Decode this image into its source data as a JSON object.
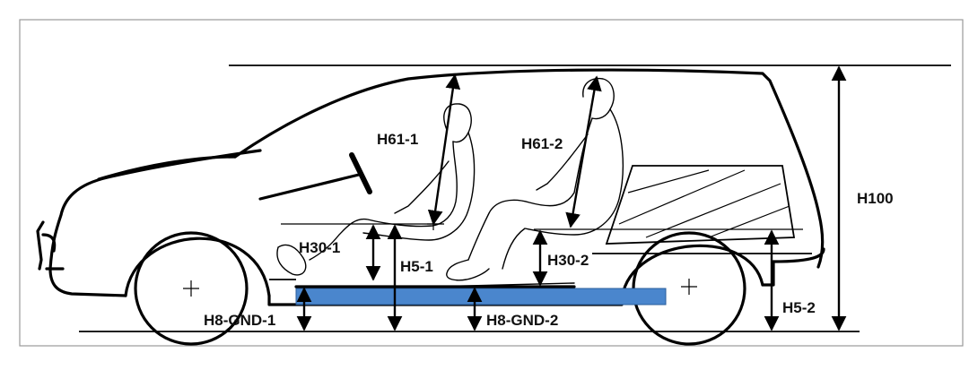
{
  "labels": {
    "h61_1": "H61-1",
    "h61_2": "H61-2",
    "h100": "H100",
    "h30_1": "H30-1",
    "h5_1": "H5-1",
    "h30_2": "H30-2",
    "h8_gnd_1": "H8-GND-1",
    "h8_gnd_2": "H8-GND-2",
    "h5_2": "H5-2"
  },
  "colors": {
    "battery_fill": "#4a86cd",
    "line": "#000000",
    "frame": "#999999"
  }
}
